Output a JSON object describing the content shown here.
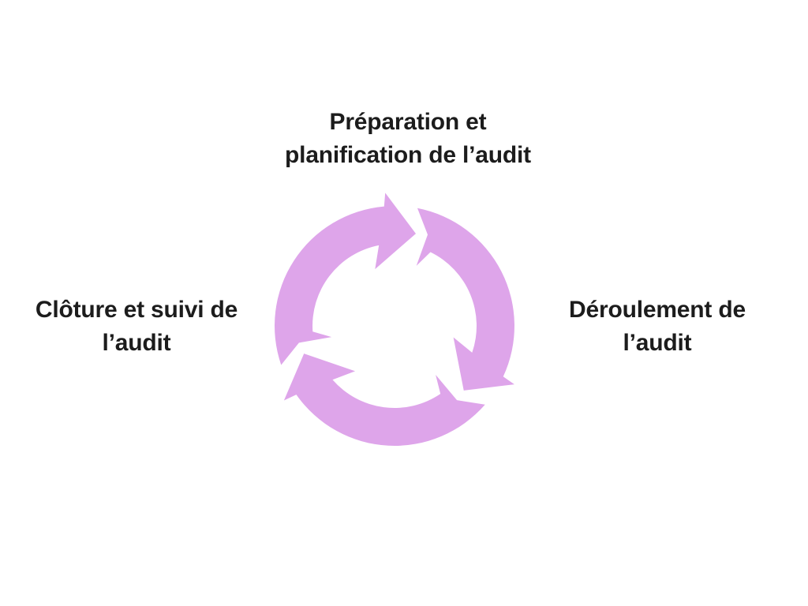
{
  "diagram": {
    "type": "cycle",
    "arrow_direction": "clockwise",
    "steps": [
      {
        "id": "step-top",
        "position": "top",
        "label_line1": "Préparation et",
        "label_line2": "planification de l’audit"
      },
      {
        "id": "step-right",
        "position": "right",
        "label_line1": "Déroulement de",
        "label_line2": "l’audit"
      },
      {
        "id": "step-left",
        "position": "left",
        "label_line1": "Clôture et suivi de",
        "label_line2": "l’audit"
      }
    ],
    "colors": {
      "arrow": "#dea5ea",
      "text": "#1c1c1c",
      "background": "#ffffff"
    }
  }
}
